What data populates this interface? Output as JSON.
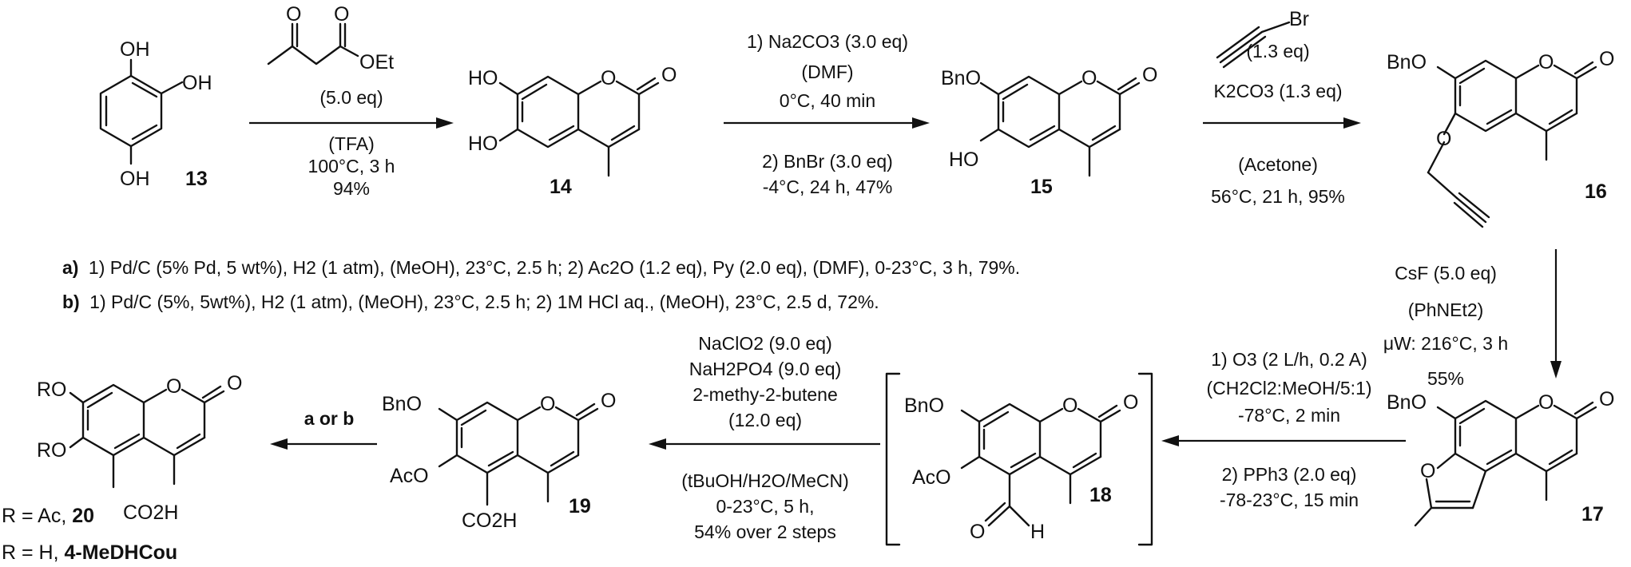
{
  "compounds": [
    {
      "id": "13",
      "groups": [
        "OH",
        "OH",
        "OH"
      ]
    },
    {
      "id": "14",
      "groups": [
        "HO",
        "HO"
      ]
    },
    {
      "id": "15",
      "groups": [
        "BnO",
        "HO"
      ]
    },
    {
      "id": "16",
      "groups": [
        "BnO"
      ]
    },
    {
      "id": "17",
      "groups": [
        "BnO"
      ]
    },
    {
      "id": "18",
      "groups": [
        "BnO",
        "AcO",
        "H"
      ]
    },
    {
      "id": "19",
      "groups": [
        "BnO",
        "AcO",
        "CO2H"
      ]
    },
    {
      "id": "20",
      "groups": [
        "RO",
        "RO",
        "CO2H"
      ]
    }
  ],
  "atoms": {
    "O": "O",
    "OEt": "OEt",
    "Br": "Br"
  },
  "steps": [
    {
      "id": "13-14",
      "above": [
        "(5.0 eq)"
      ],
      "below": [
        "(TFA)",
        "100°C, 3 h",
        "94%"
      ]
    },
    {
      "id": "14-15",
      "above": [
        "1) Na2CO3 (3.0 eq)",
        "(DMF)",
        "0°C, 40 min"
      ],
      "below": [
        "2) BnBr (3.0 eq)",
        "-4°C, 24 h, 47%"
      ]
    },
    {
      "id": "15-16",
      "above": [
        "(1.3 eq)",
        "K2CO3 (1.3 eq)"
      ],
      "below": [
        "(Acetone)",
        "56°C, 21 h, 95%"
      ]
    },
    {
      "id": "16-17",
      "side": [
        "CsF (5.0 eq)",
        "(PhNEt2)",
        "μW: 216°C, 3 h",
        "55%"
      ]
    },
    {
      "id": "17-18",
      "above": [
        "1) O3 (2 L/h, 0.2 A)",
        "(CH2Cl2:MeOH/5:1)",
        "-78°C, 2 min"
      ],
      "below": [
        "2) PPh3 (2.0 eq)",
        "-78-23°C, 15 min"
      ]
    },
    {
      "id": "18-19",
      "above": [
        "NaClO2 (9.0 eq)",
        "NaH2PO4 (9.0 eq)",
        "2-methy-2-butene",
        "(12.0 eq)"
      ],
      "below": [
        "(tBuOH/H2O/MeCN)",
        "0-23°C, 5 h,",
        "54% over 2 steps"
      ]
    },
    {
      "id": "19-20",
      "above": [
        "a or b"
      ]
    }
  ],
  "footnotes": {
    "a_tag": "a)",
    "a_text": "1) Pd/C (5% Pd, 5 wt%), H2 (1 atm), (MeOH), 23°C, 2.5 h; 2) Ac2O (1.2 eq), Py (2.0 eq), (DMF), 0-23°C, 3 h, 79%.",
    "b_tag": "b)",
    "b_text": "1) Pd/C (5%, 5wt%), H2 (1 atm), (MeOH), 23°C, 2.5 h;  2) 1M HCl aq., (MeOH), 23°C, 2.5 d, 72%."
  },
  "r_defs": [
    {
      "prefix": "R = Ac, ",
      "name": "20"
    },
    {
      "prefix": "R = H, ",
      "name": "4-MeDHCou"
    }
  ]
}
